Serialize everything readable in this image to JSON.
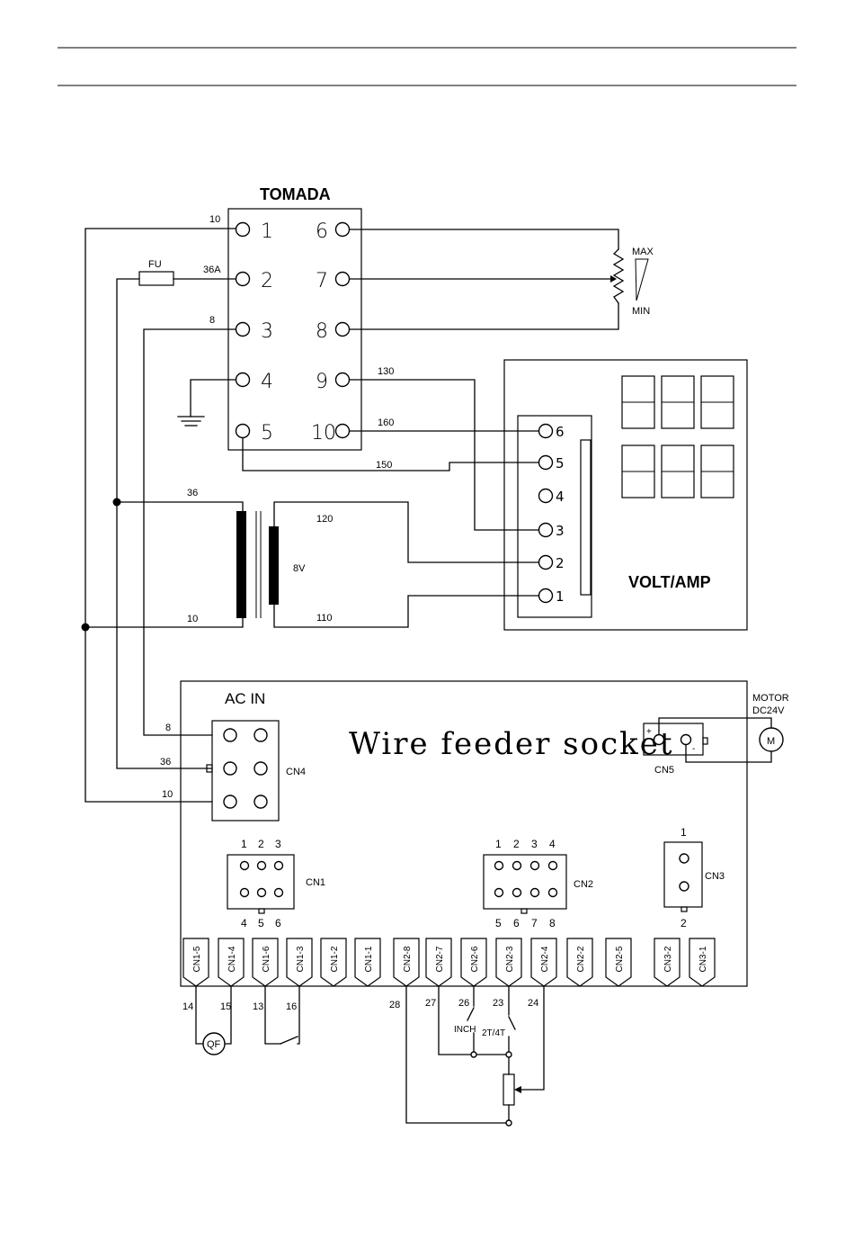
{
  "tomada": {
    "title": "TOMADA",
    "left_pins": [
      "1",
      "2",
      "3",
      "4",
      "5"
    ],
    "right_pins": [
      "6",
      "7",
      "8",
      "9",
      "10"
    ]
  },
  "fuse": {
    "label": "FU"
  },
  "potentiometer": {
    "max_label": "MAX",
    "min_label": "MIN"
  },
  "transformer": {
    "secondary_label": "8V"
  },
  "voltamp": {
    "title": "VOLT/AMP",
    "pins": [
      "6",
      "5",
      "4",
      "3",
      "2",
      "1"
    ]
  },
  "wires": {
    "w_10_top": "10",
    "w_36A": "36A",
    "w_8_top": "8",
    "w_130": "130",
    "w_160": "160",
    "w_150": "150",
    "w_36_tr": "36",
    "w_10_tr": "10",
    "w_120": "120",
    "w_110": "110",
    "w_8_acin": "8",
    "w_36_acin": "36",
    "w_10_acin": "10"
  },
  "board": {
    "title": "Wire feeder socket",
    "acin_label": "AC IN",
    "cn4_label": "CN4",
    "cn5_label": "CN5",
    "cn1_label": "CN1",
    "cn2_label": "CN2",
    "cn3_label": "CN3",
    "cn1_top": [
      "1",
      "2",
      "3"
    ],
    "cn1_bottom": [
      "4",
      "5",
      "6"
    ],
    "cn2_top": [
      "1",
      "2",
      "3",
      "4"
    ],
    "cn2_bottom": [
      "5",
      "6",
      "7",
      "8"
    ],
    "cn3_top": "1",
    "cn3_bottom": "2",
    "cn5_plus": "+",
    "cn5_minus": "-"
  },
  "motor": {
    "label_line1": "MOTOR",
    "label_line2": "DC24V",
    "symbol": "M"
  },
  "tabs": [
    "CN1-5",
    "CN1-4",
    "CN1-6",
    "CN1-3",
    "CN1-2",
    "CN1-1",
    "CN2-8",
    "CN2-7",
    "CN2-6",
    "CN2-3",
    "CN2-4",
    "CN2-2",
    "CN2-5",
    "CN3-2",
    "CN3-1"
  ],
  "bottom_wires": {
    "w14": "14",
    "w15": "15",
    "w13": "13",
    "w16": "16",
    "w28": "28",
    "w27": "27",
    "w26": "26",
    "w23": "23",
    "w24": "24"
  },
  "qf_label": "QF",
  "inch_label": "INCH",
  "switch_2t4t_label": "2T/4T"
}
